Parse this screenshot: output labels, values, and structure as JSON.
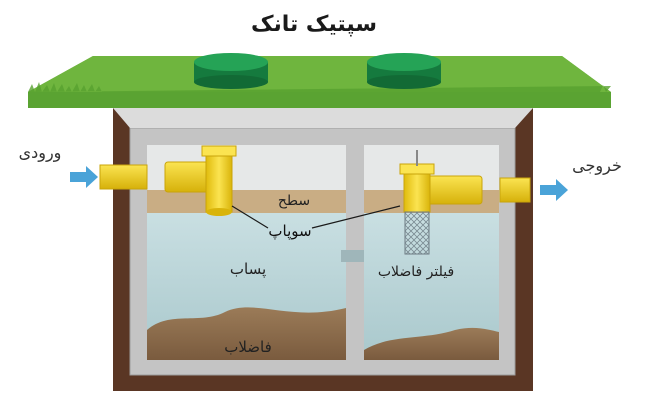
{
  "title": "سپتیک تانک",
  "labels": {
    "inlet": "ورودی",
    "outlet": "خروجی",
    "surface": "سطح",
    "valve": "سوپاپ",
    "effluent": "پساب",
    "sludge": "فاضلاب",
    "filter": "فیلتر فاضلاب"
  },
  "colors": {
    "grass": "#4f9a2c",
    "soil": "#5a3624",
    "concrete": "#c7c7c7",
    "water": "#bcd6d9",
    "sludge": "#8a6a4a",
    "pipe": "#f2d21a",
    "lid": "#1f8a4a",
    "arrow": "#4aa3d8"
  }
}
